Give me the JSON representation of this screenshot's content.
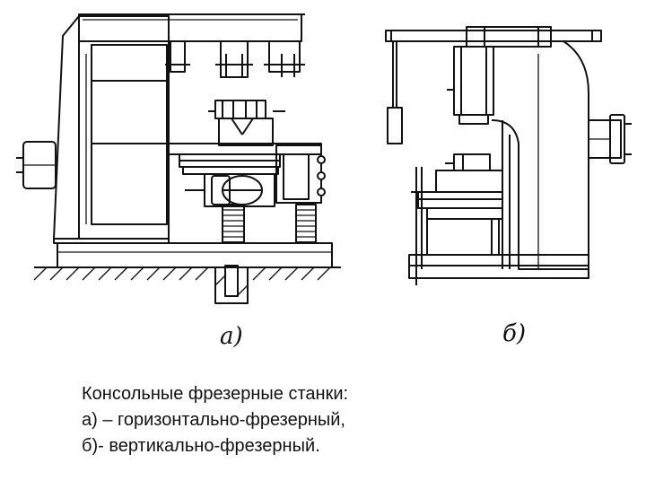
{
  "figure": {
    "label_a": "а)",
    "label_b": "б)"
  },
  "caption": {
    "line1": "Консольные фрезерные станки:",
    "line2": "а) – горизонтально-фрезерный,",
    "line3": "б)- вертикально-фрезерный."
  }
}
